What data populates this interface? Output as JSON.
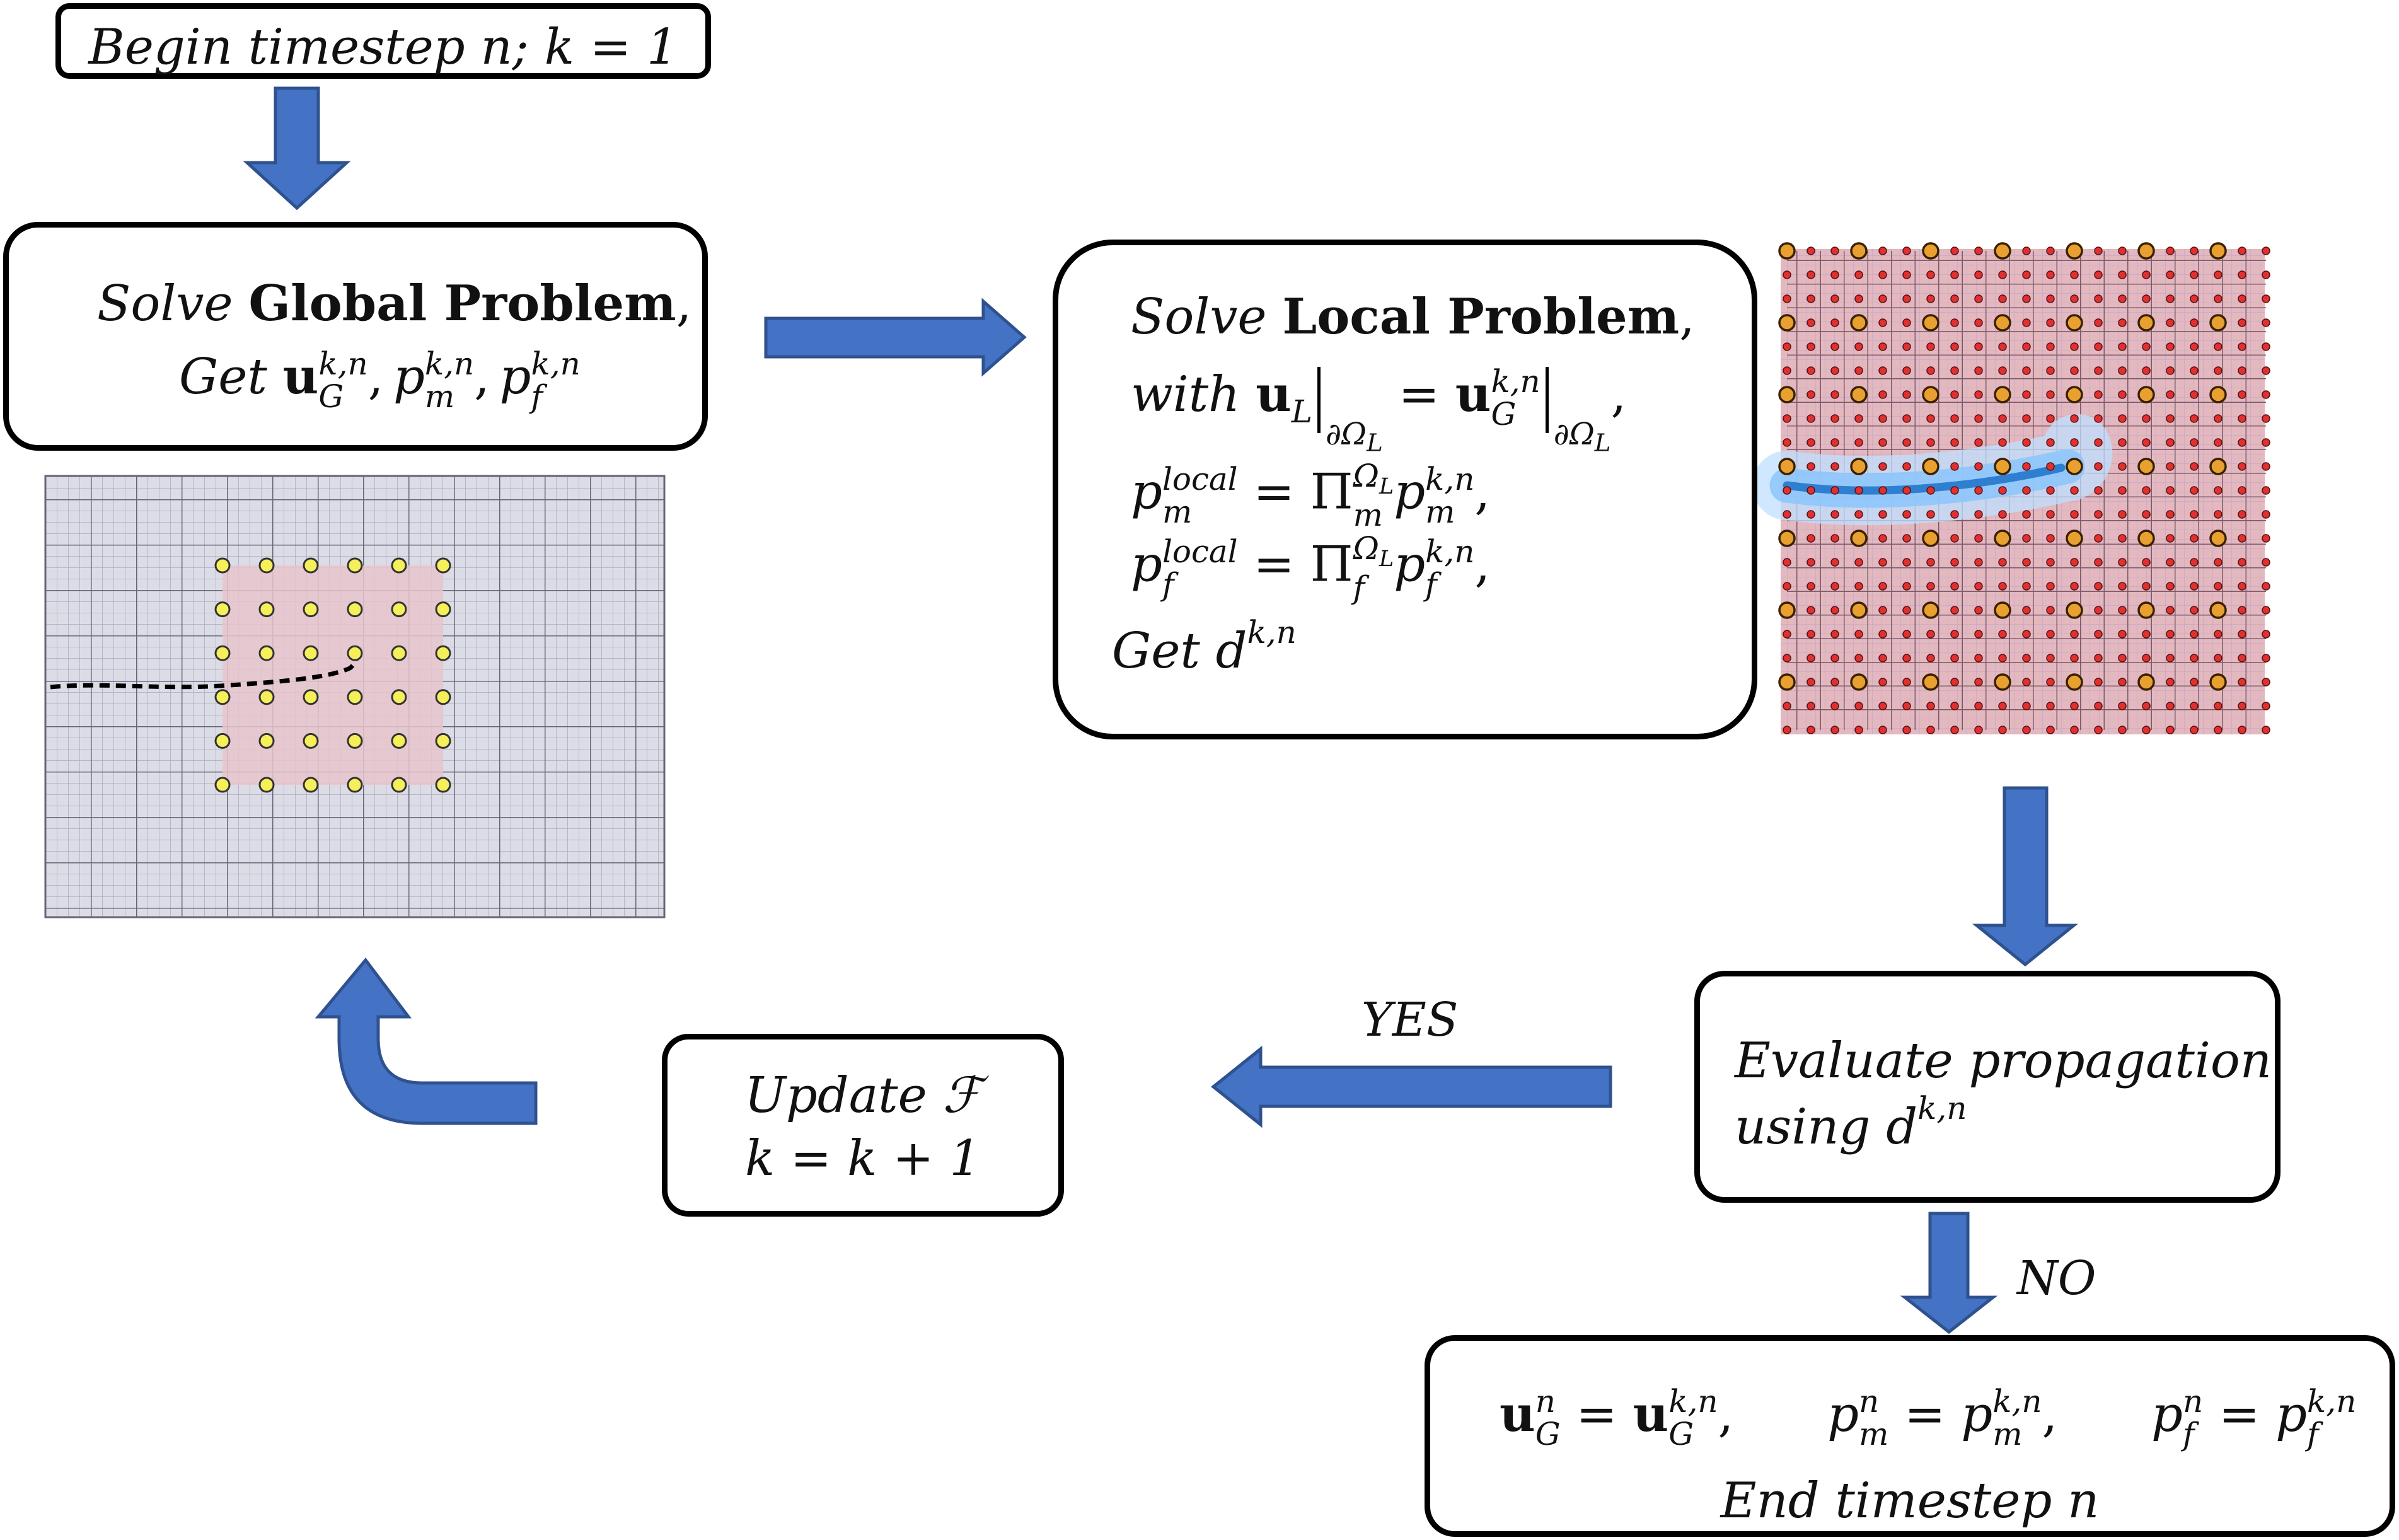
{
  "start": {
    "text": "Begin timestep n;  k = 1"
  },
  "global": {
    "solve": "Solve",
    "title": "Global Problem",
    "get": "Get"
  },
  "local": {
    "solve": "Solve",
    "title": "Local Problem",
    "with": "with",
    "get": "Get"
  },
  "evaluate": {
    "line1": "Evaluate propagation",
    "line2": "using"
  },
  "update": {
    "line1": "Update",
    "line2": "k = k + 1"
  },
  "end": {
    "text": "End timestep n"
  },
  "labels": {
    "yes": "YES",
    "no": "NO"
  },
  "colors": {
    "arrow_fill": "#4472c4",
    "arrow_stroke": "#2f528f",
    "grid_bg": "#dcdce6",
    "grid_line": "#777788",
    "patch_fill": "#e8c4cc",
    "node_yellow": "#f5ef5a",
    "local_bg": "#d9a0a8",
    "local_node": "#e03030",
    "crack_blue": "#3c8fd8"
  }
}
